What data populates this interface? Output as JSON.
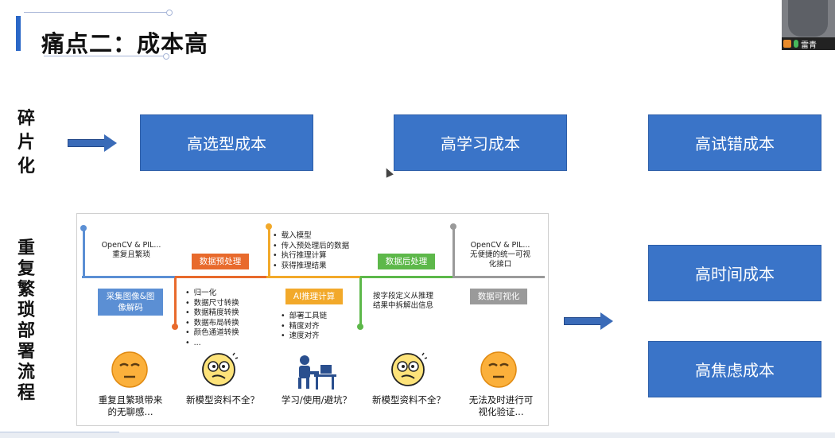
{
  "slide": {
    "title": "痛点二：成本高",
    "camera_label": "雷青",
    "row1_label": [
      "碎",
      "片",
      "化"
    ],
    "row2_label": [
      "重",
      "复",
      "繁",
      "琐",
      "部",
      "署",
      "流",
      "程"
    ],
    "top_boxes": [
      "高选型成本",
      "高学习成本",
      "高试错成本"
    ],
    "right_boxes": [
      "高时间成本",
      "高焦虑成本"
    ]
  },
  "panel": {
    "top_texts": {
      "opencv1": [
        "OpenCV & PIL...",
        "重复且繁琐"
      ],
      "load": [
        "载入模型",
        "传入预处理后的数据",
        "执行推理计算",
        "获得推理结果"
      ],
      "opencv2": [
        "OpenCV & PIL...",
        "无便捷的统一可视",
        "化接口"
      ]
    },
    "tags": {
      "capture": [
        "采集图像&图",
        "像解码"
      ],
      "preprocess": "数据预处理",
      "inference": "AI推理计算",
      "postprocess": "数据后处理",
      "visualize": "数据可视化"
    },
    "bottom_texts": {
      "pre_list": [
        "归一化",
        "数据尺寸转换",
        "数据精度转换",
        "数据布局转换",
        "颜色通道转换",
        "..."
      ],
      "infer_list": [
        "部署工具链",
        "精度对齐",
        "速度对齐"
      ],
      "post_text": [
        "按字段定义从推理",
        "结果中拆解出信息"
      ]
    },
    "captions": [
      [
        "重复且繁琐带来",
        "的无聊感..."
      ],
      [
        "新模型资料不全？"
      ],
      [
        "学习/使用/避坑？"
      ],
      [
        "新模型资料不全？"
      ],
      [
        "无法及时进行可",
        "视化验证..."
      ]
    ],
    "colors": {
      "blue": "#3a74c8",
      "orange": "#e86a2c",
      "yellow": "#f2a92a",
      "green": "#5db84a",
      "gray": "#9a9a9a",
      "tl_blue": "#5b8fd4"
    },
    "icons": [
      "bored-face-icon",
      "confused-face-icon",
      "student-at-desk-icon",
      "confused-face-icon",
      "bored-face-icon"
    ]
  }
}
